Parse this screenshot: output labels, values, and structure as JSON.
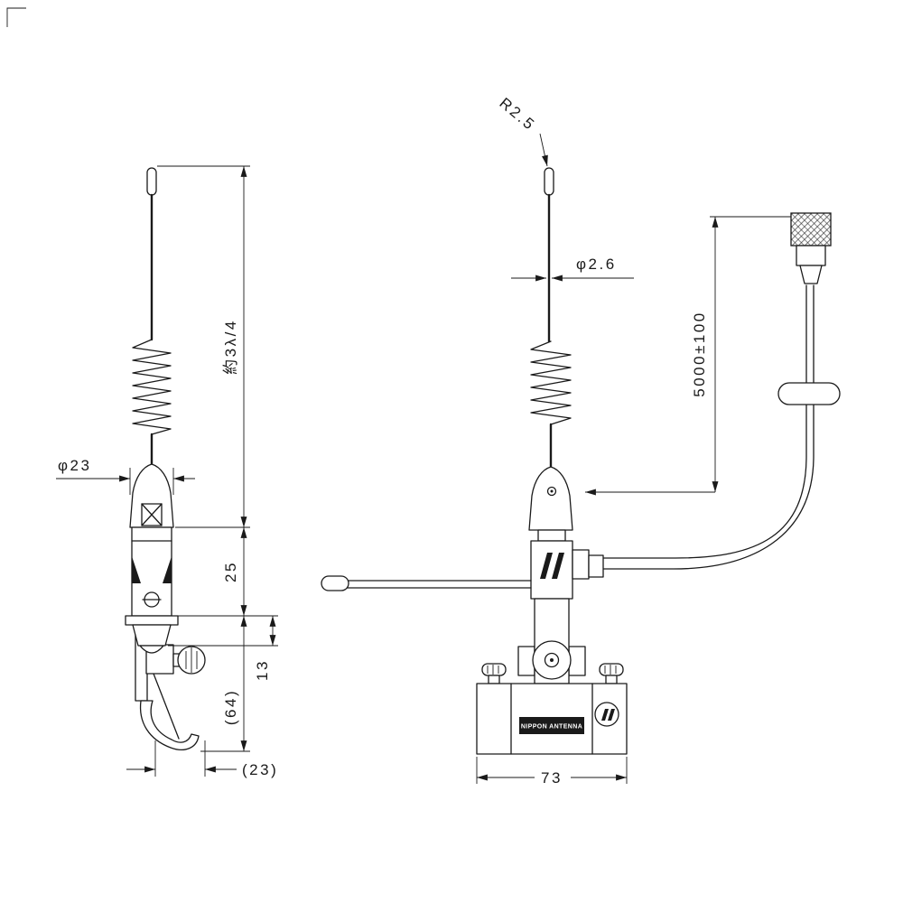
{
  "drawing": {
    "ink": "#1a1a1a",
    "background": "#ffffff",
    "side_view": {
      "dim_whip_length": "約3λ/4",
      "dim_head_diameter": "φ23",
      "dim_body_height": "25",
      "dim_bracket_drop": "13",
      "dim_lower_height": "(64)",
      "dim_bracket_width": "(23)"
    },
    "front_view": {
      "dim_tip_radius": "R2.5",
      "dim_element_diameter": "φ2.6",
      "dim_cable_length": "5000±100",
      "dim_base_width": "73",
      "base_label": "NIPPON ANTENNA"
    }
  }
}
